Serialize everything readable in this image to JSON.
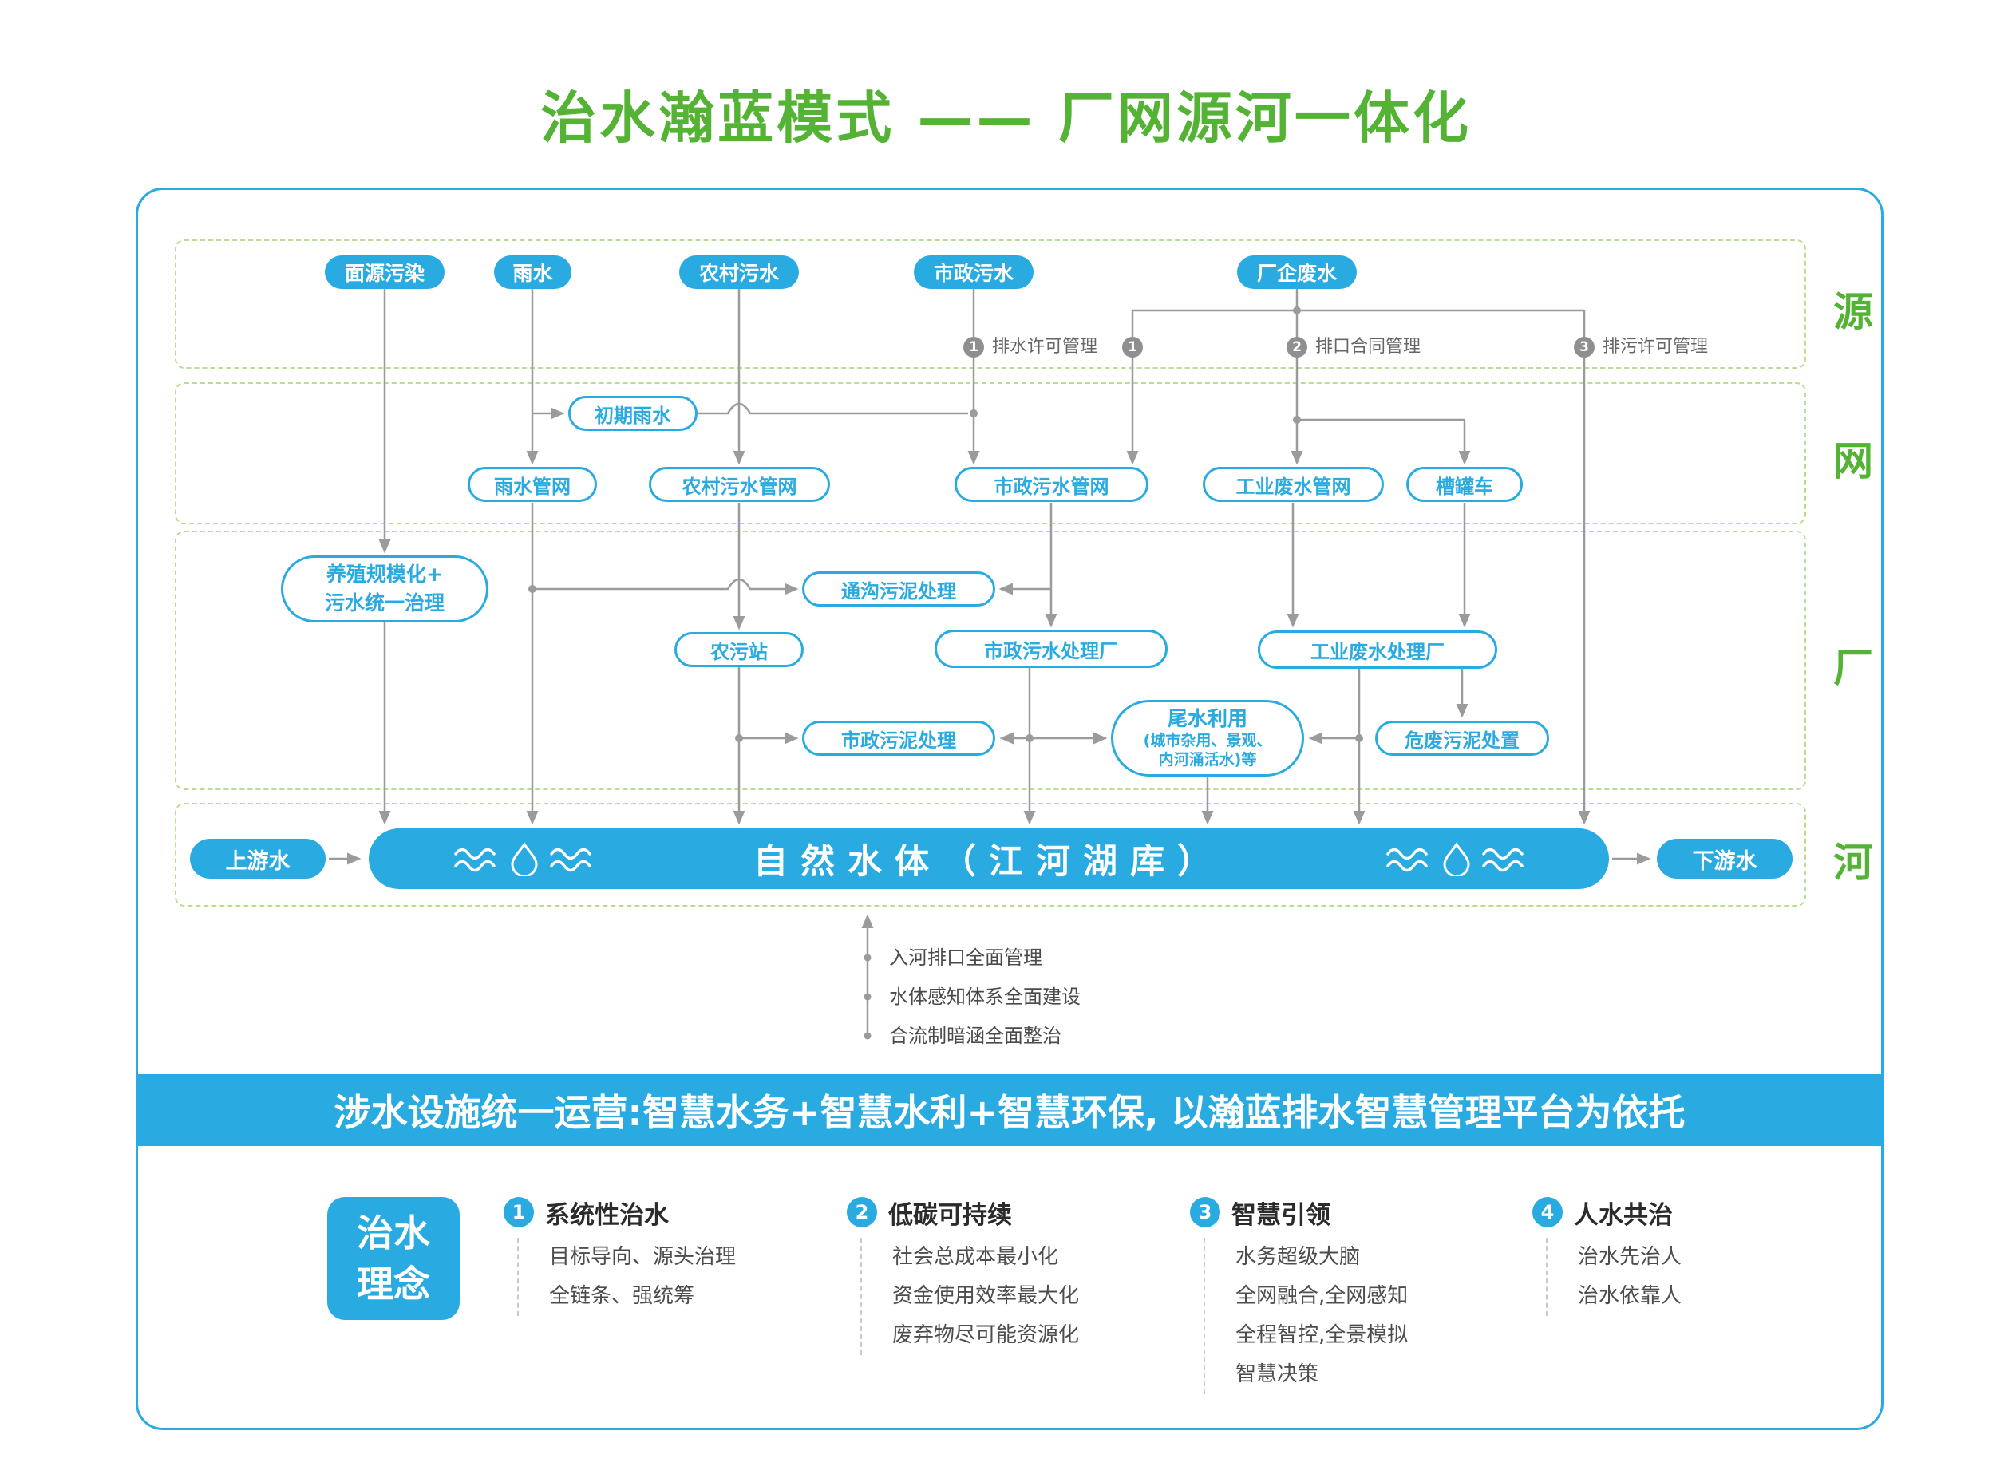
{
  "title": "治水瀚蓝模式 —— 厂网源河一体化",
  "section_labels": {
    "source": "源",
    "network": "网",
    "plant": "厂",
    "river": "河"
  },
  "sources": {
    "non_point": "面源污染",
    "rain": "雨水",
    "rural": "农村污水",
    "municipal": "市政污水",
    "industrial": "厂企废水"
  },
  "permits": {
    "p1": {
      "num": "1",
      "label": "排水许可管理"
    },
    "p1b": {
      "num": "1"
    },
    "p2": {
      "num": "2",
      "label": "排口合同管理"
    },
    "p3": {
      "num": "3",
      "label": "排污许可管理"
    }
  },
  "network": {
    "initial_rain": "初期雨水",
    "rain_pipes": "雨水管网",
    "rural_pipes": "农村污水管网",
    "municipal_pipes": "市政污水管网",
    "industrial_pipes": "工业废水管网",
    "tanker": "槽罐车"
  },
  "plants": {
    "farming": [
      "养殖规模化+",
      "污水统一治理"
    ],
    "sewer_sludge": "通沟污泥处理",
    "rural_station": "农污站",
    "municipal_plant": "市政污水处理厂",
    "industrial_plant": "工业废水处理厂",
    "municipal_sludge": "市政污泥处理",
    "tailwater": [
      "尾水利用",
      "(城市杂用、景观、",
      "内河涌活水)等"
    ],
    "hazardous_sludge": "危废污泥处置"
  },
  "river": {
    "upstream": "上游水",
    "body": "自然水体（江河湖库）",
    "downstream": "下游水",
    "notes": [
      "入河排口全面管理",
      "水体感知体系全面建设",
      "合流制暗涵全面整治"
    ]
  },
  "banner": "涉水设施统一运营:智慧水务+智慧水利+智慧环保, 以瀚蓝排水智慧管理平台为依托",
  "philosophy": {
    "box": [
      "治水",
      "理念"
    ],
    "columns": [
      {
        "num": "1",
        "title": "系统性治水",
        "items": [
          "目标导向、源头治理",
          "全链条、强统筹"
        ]
      },
      {
        "num": "2",
        "title": "低碳可持续",
        "items": [
          "社会总成本最小化",
          "资金使用效率最大化",
          "废弃物尽可能资源化"
        ]
      },
      {
        "num": "3",
        "title": "智慧引领",
        "items": [
          "水务超级大脑",
          "全网融合,全网感知",
          "全程智控,全景模拟",
          "智慧决策"
        ]
      },
      {
        "num": "4",
        "title": "人水共治",
        "items": [
          "治水先治人",
          "治水依靠人"
        ]
      }
    ]
  },
  "colors": {
    "accent_blue": "#29abe2",
    "accent_green": "#54b335",
    "dashed_green": "#b9dc8e",
    "arrow_gray": "#9b9b9b"
  }
}
